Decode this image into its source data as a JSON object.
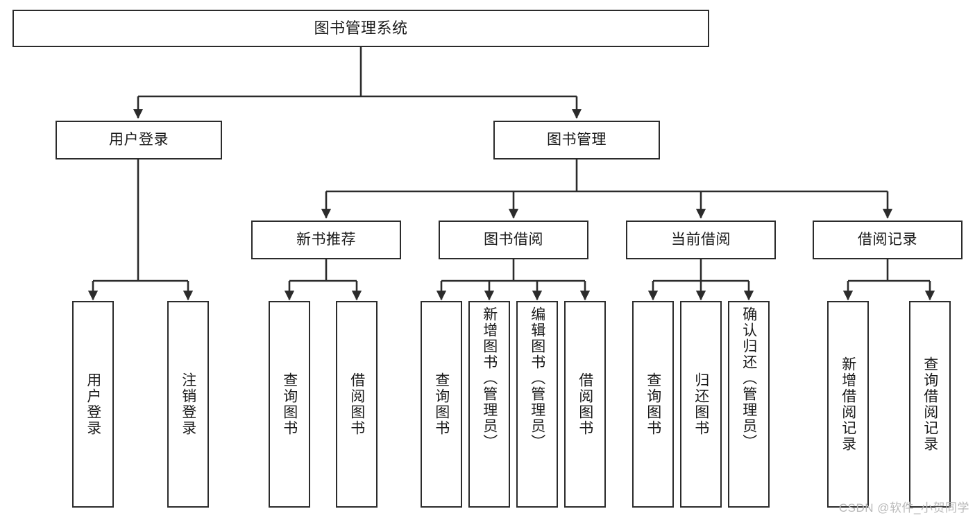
{
  "diagram": {
    "title": "图书管理系统",
    "type": "tree-hierarchy-chart",
    "stroke_color": "#2b2b2b",
    "fill_color": "#ffffff",
    "text_color": "#1a1a1a"
  },
  "nodes": {
    "root": {
      "label": "图书管理系统"
    },
    "level2": [
      {
        "label": "用户登录"
      },
      {
        "label": "图书管理"
      }
    ],
    "level3": [
      {
        "label": "新书推荐"
      },
      {
        "label": "图书借阅"
      },
      {
        "label": "当前借阅"
      },
      {
        "label": "借阅记录"
      }
    ],
    "leaves": {
      "user_login": [
        {
          "label": "用户登录"
        },
        {
          "label": "注销登录"
        }
      ],
      "new_book": [
        {
          "label": "查询图书"
        },
        {
          "label": "借阅图书"
        }
      ],
      "book_borrow": [
        {
          "label": "查询图书"
        },
        {
          "label": "新增图书（管理员）"
        },
        {
          "label": "编辑图书（管理员）"
        },
        {
          "label": "借阅图书"
        }
      ],
      "current_borrow": [
        {
          "label": "查询图书"
        },
        {
          "label": "归还图书"
        },
        {
          "label": "确认归还（管理员）"
        }
      ],
      "borrow_record": [
        {
          "label": "新增借阅记录"
        },
        {
          "label": "查询借阅记录"
        }
      ]
    }
  },
  "watermark": {
    "text": "CSDN @软件_小贺同学"
  }
}
